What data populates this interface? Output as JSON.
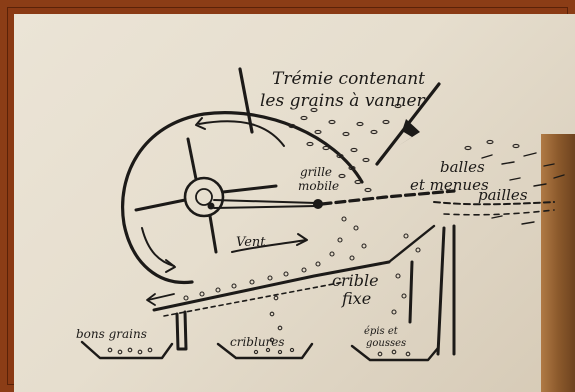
{
  "labels": {
    "hopper_line1": "Trémie contenant",
    "hopper_line2": "les grains à vanner",
    "mobile_grid_line1": "grille",
    "mobile_grid_line2": "mobile",
    "chaff_line1": "balles",
    "chaff_line2": "et menues",
    "chaff_line3": "pailles",
    "wind": "Vent",
    "fixed_screen_line1": "crible",
    "fixed_screen_line2": "fixe",
    "good_grain": "bons grains",
    "siftings": "criblures",
    "ears_line1": "épis et",
    "ears_line2": "gousses"
  },
  "colors": {
    "frame": "#8b3d16",
    "wall": "#e6dece",
    "ink": "#1c1a18"
  }
}
